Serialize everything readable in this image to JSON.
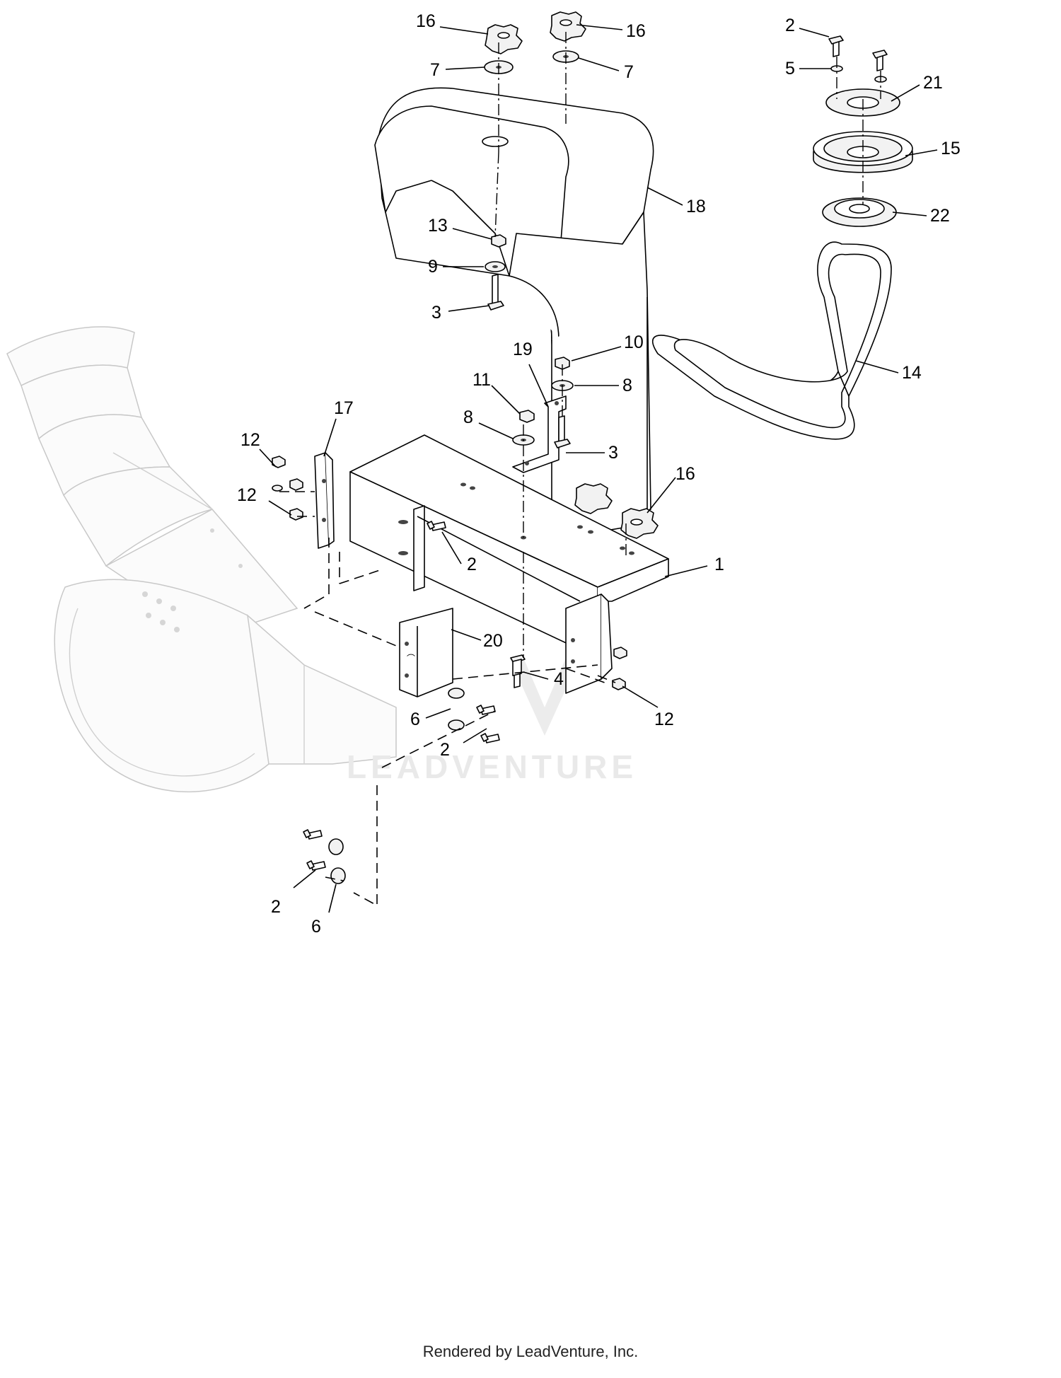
{
  "diagram": {
    "callouts": [
      {
        "id": "16a",
        "text": "16"
      },
      {
        "id": "16b",
        "text": "16"
      },
      {
        "id": "7a",
        "text": "7"
      },
      {
        "id": "7b",
        "text": "7"
      },
      {
        "id": "2a",
        "text": "2"
      },
      {
        "id": "5",
        "text": "5"
      },
      {
        "id": "21",
        "text": "21"
      },
      {
        "id": "15",
        "text": "15"
      },
      {
        "id": "22",
        "text": "22"
      },
      {
        "id": "18",
        "text": "18"
      },
      {
        "id": "13",
        "text": "13"
      },
      {
        "id": "9",
        "text": "9"
      },
      {
        "id": "3a",
        "text": "3"
      },
      {
        "id": "10",
        "text": "10"
      },
      {
        "id": "14",
        "text": "14"
      },
      {
        "id": "19",
        "text": "19"
      },
      {
        "id": "11",
        "text": "11"
      },
      {
        "id": "8a",
        "text": "8"
      },
      {
        "id": "8b",
        "text": "8"
      },
      {
        "id": "17",
        "text": "17"
      },
      {
        "id": "12a",
        "text": "12"
      },
      {
        "id": "12b",
        "text": "12"
      },
      {
        "id": "3b",
        "text": "3"
      },
      {
        "id": "16c",
        "text": "16"
      },
      {
        "id": "1",
        "text": "1"
      },
      {
        "id": "2b",
        "text": "2"
      },
      {
        "id": "20",
        "text": "20"
      },
      {
        "id": "4",
        "text": "4"
      },
      {
        "id": "6a",
        "text": "6"
      },
      {
        "id": "2c",
        "text": "2"
      },
      {
        "id": "12c",
        "text": "12"
      },
      {
        "id": "2d",
        "text": "2"
      },
      {
        "id": "6b",
        "text": "6"
      }
    ],
    "watermark": "LEADVENTURE"
  },
  "footer": {
    "text": "Rendered by LeadVenture, Inc."
  }
}
